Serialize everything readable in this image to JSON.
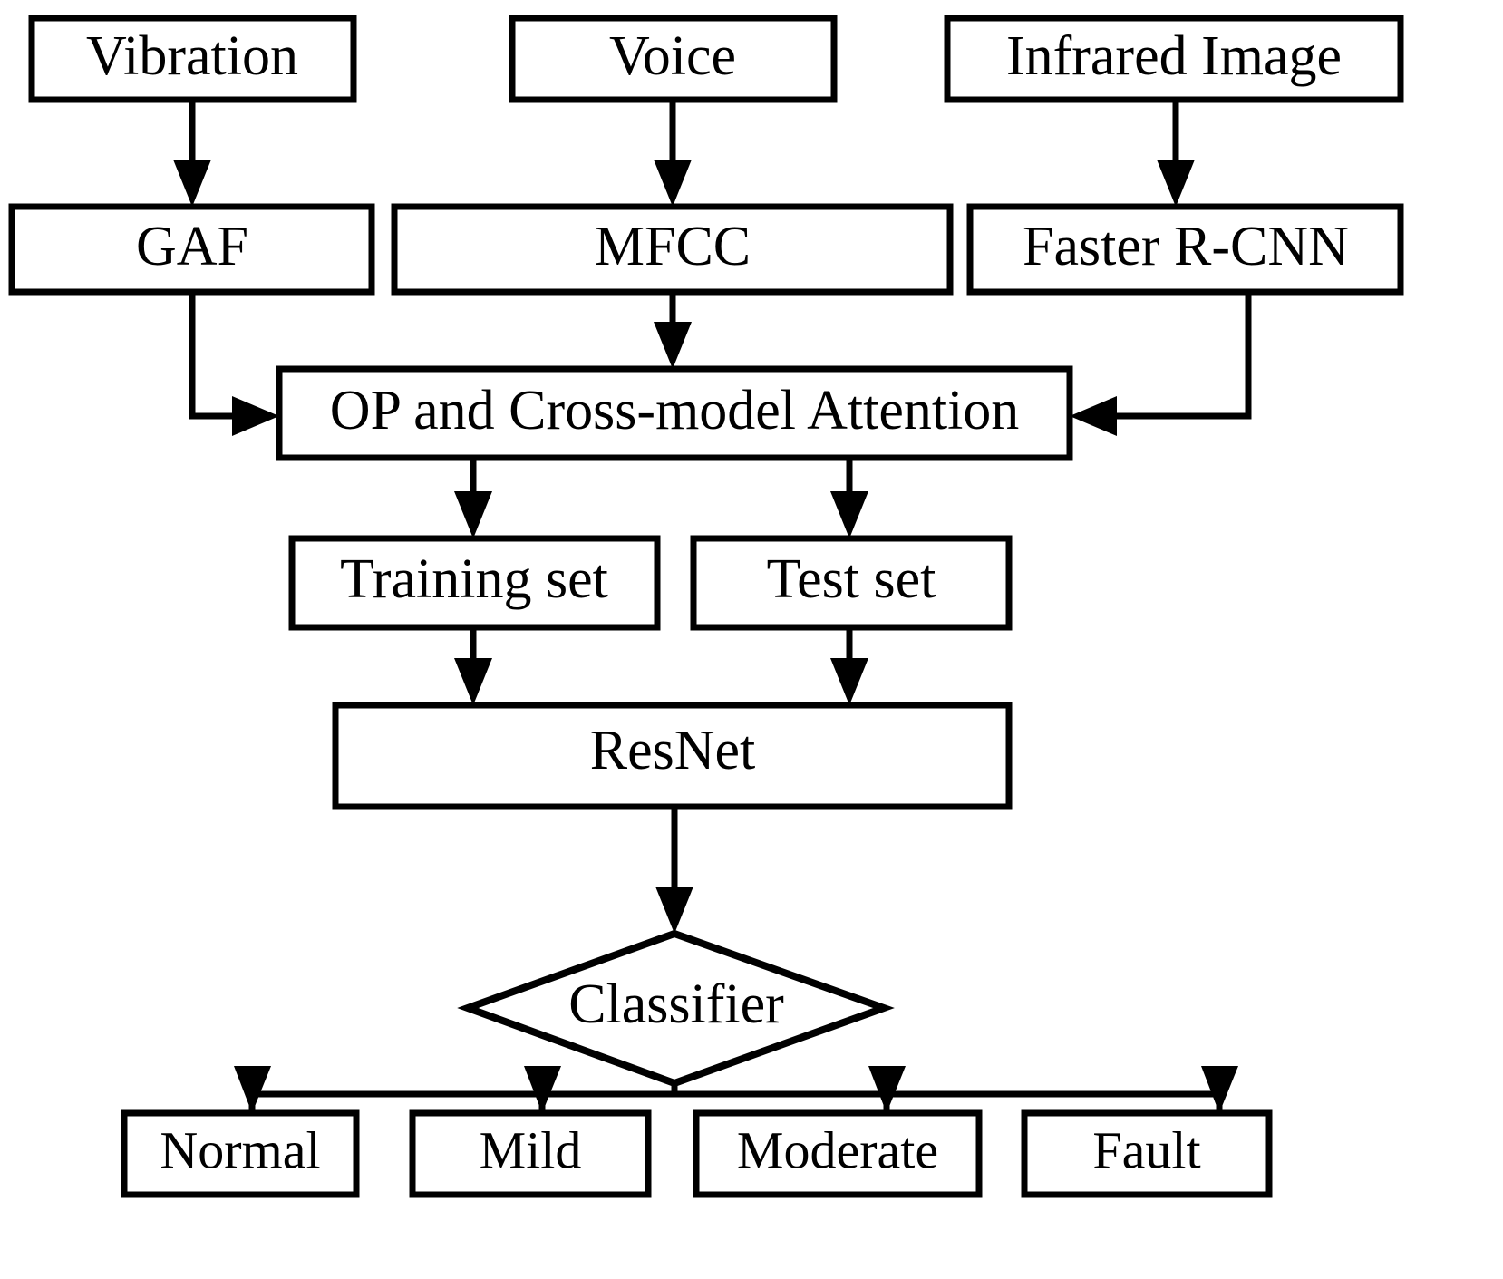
{
  "diagram": {
    "title": "Multimodal fault diagnosis flowchart",
    "type": "flowchart",
    "background_color": "#ffffff",
    "stroke_color": "#000000",
    "node_fill_color": "#ffffff",
    "nodes": {
      "vibration": {
        "label": "Vibration",
        "shape": "rectangle"
      },
      "voice": {
        "label": "Voice",
        "shape": "rectangle"
      },
      "infrared_image": {
        "label": "Infrared Image",
        "shape": "rectangle"
      },
      "gaf": {
        "label": "GAF",
        "shape": "rectangle"
      },
      "mfcc": {
        "label": "MFCC",
        "shape": "rectangle"
      },
      "faster_rcnn": {
        "label": "Faster R-CNN",
        "shape": "rectangle"
      },
      "attention": {
        "label": "OP and Cross-model Attention",
        "shape": "rectangle"
      },
      "training_set": {
        "label": "Training set",
        "shape": "rectangle"
      },
      "test_set": {
        "label": "Test set",
        "shape": "rectangle"
      },
      "resnet": {
        "label": "ResNet",
        "shape": "rectangle"
      },
      "classifier": {
        "label": "Classifier",
        "shape": "diamond"
      },
      "normal": {
        "label": "Normal",
        "shape": "rectangle"
      },
      "mild": {
        "label": "Mild",
        "shape": "rectangle"
      },
      "moderate": {
        "label": "Moderate",
        "shape": "rectangle"
      },
      "fault": {
        "label": "Fault",
        "shape": "rectangle"
      }
    },
    "edges": [
      {
        "from": "vibration",
        "to": "gaf",
        "style": "straight-down"
      },
      {
        "from": "voice",
        "to": "mfcc",
        "style": "straight-down"
      },
      {
        "from": "infrared_image",
        "to": "faster_rcnn",
        "style": "straight-down"
      },
      {
        "from": "gaf",
        "to": "attention",
        "style": "elbow-down-right"
      },
      {
        "from": "mfcc",
        "to": "attention",
        "style": "straight-down"
      },
      {
        "from": "faster_rcnn",
        "to": "attention",
        "style": "elbow-down-left"
      },
      {
        "from": "attention",
        "to": "training_set",
        "style": "straight-down"
      },
      {
        "from": "attention",
        "to": "test_set",
        "style": "straight-down"
      },
      {
        "from": "training_set",
        "to": "resnet",
        "style": "straight-down"
      },
      {
        "from": "test_set",
        "to": "resnet",
        "style": "straight-down"
      },
      {
        "from": "resnet",
        "to": "classifier",
        "style": "straight-down"
      },
      {
        "from": "classifier",
        "to": "normal",
        "style": "bus-branch"
      },
      {
        "from": "classifier",
        "to": "mild",
        "style": "bus-branch"
      },
      {
        "from": "classifier",
        "to": "moderate",
        "style": "bus-branch"
      },
      {
        "from": "classifier",
        "to": "fault",
        "style": "bus-branch"
      }
    ]
  }
}
